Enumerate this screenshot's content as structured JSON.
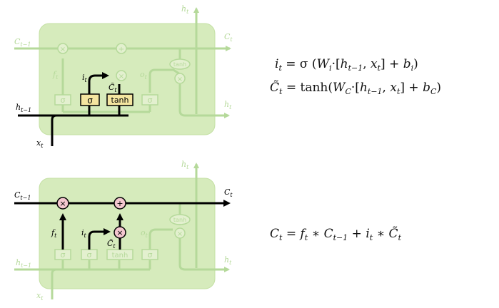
{
  "colors": {
    "cell_fill": "#d6ebbc",
    "cell_stroke": "#c4e0a4",
    "faded_line": "#b5d99a",
    "active_line": "#000000",
    "gate_active_fill": "#f4e5a0",
    "gate_faded_fill": "#e3f0cf",
    "op_active_fill": "#f4c7cf",
    "op_faded_fill": "#e3f0cf"
  },
  "diagram_top": {
    "labels": {
      "c_prev_main": "C",
      "c_prev_sub": "t−1",
      "c_out_main": "C",
      "c_out_sub": "t",
      "h_top_main": "h",
      "h_top_sub": "t",
      "h_right_main": "h",
      "h_right_sub": "t",
      "h_prev_main": "h",
      "h_prev_sub": "t−1",
      "x_main": "x",
      "x_sub": "t",
      "f_main": "f",
      "f_sub": "t",
      "i_main": "i",
      "i_sub": "t",
      "ctilde_main": "C̃",
      "ctilde_sub": "t",
      "o_main": "o",
      "o_sub": "t"
    },
    "gates": {
      "sigma": "σ",
      "tanh": "tanh",
      "tanh_small": "tanh"
    },
    "ops": {
      "mul": "×",
      "add": "+"
    }
  },
  "diagram_bottom": {
    "labels": {
      "c_prev_main": "C",
      "c_prev_sub": "t−1",
      "c_out_main": "C",
      "c_out_sub": "t",
      "h_top_main": "h",
      "h_top_sub": "t",
      "h_right_main": "h",
      "h_right_sub": "t",
      "h_prev_main": "h",
      "h_prev_sub": "t−1",
      "x_main": "x",
      "x_sub": "t",
      "f_main": "f",
      "f_sub": "t",
      "i_main": "i",
      "i_sub": "t",
      "ctilde_main": "C̃",
      "ctilde_sub": "t",
      "o_main": "o",
      "o_sub": "t"
    },
    "gates": {
      "sigma": "σ",
      "tanh": "tanh",
      "tanh_small": "tanh"
    },
    "ops": {
      "mul": "×",
      "add": "+"
    }
  },
  "equations": {
    "eq1": {
      "i": "i",
      "i_sub": "t",
      "eq": " = σ (",
      "W": "W",
      "W_sub": "i",
      "dot": "·[",
      "h": "h",
      "h_sub": "t−1",
      "comma": ", ",
      "x": "x",
      "x_sub": "t",
      "close": "]  +  ",
      "b": "b",
      "b_sub": "i",
      "end": ")"
    },
    "eq2": {
      "C": "C̃",
      "C_sub": "t",
      "eq": " = tanh(",
      "W": "W",
      "W_sub": "C",
      "dot": "·[",
      "h": "h",
      "h_sub": "t−1",
      "comma": ", ",
      "x": "x",
      "x_sub": "t",
      "close": "]  +  ",
      "b": "b",
      "b_sub": "C",
      "end": ")"
    },
    "eq3": {
      "C": "C",
      "C_sub": "t",
      "eq": " = ",
      "f": "f",
      "f_sub": "t",
      "mul1": " ∗ ",
      "C2": "C",
      "C2_sub": "t−1",
      "plus": " + ",
      "i": "i",
      "i_sub": "t",
      "mul2": " ∗ ",
      "C3": "C̃",
      "C3_sub": "t"
    }
  }
}
